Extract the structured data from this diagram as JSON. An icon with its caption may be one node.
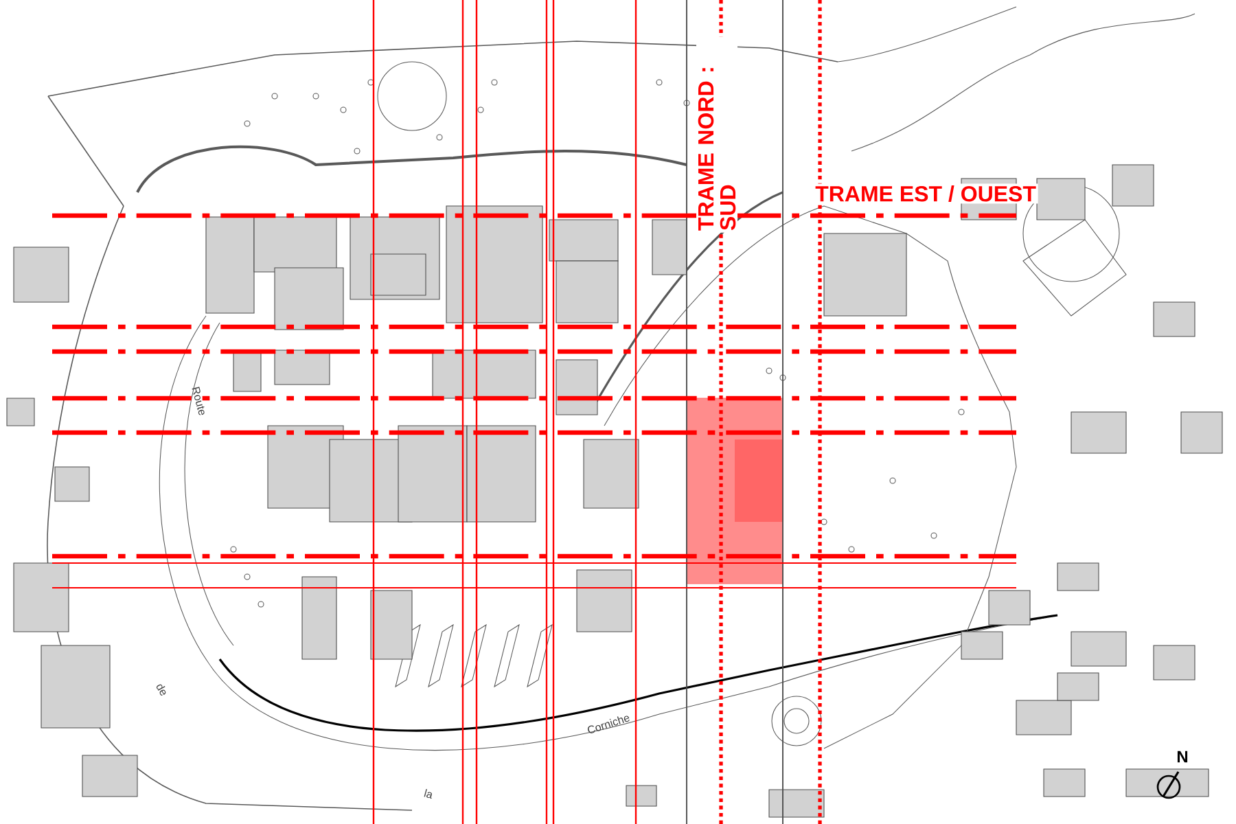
{
  "diagram": {
    "labels": [
      "TRAME NORD : SUD",
      "TRAME EST / OUEST",
      "Route",
      "de",
      "la",
      "Corniche",
      "N"
    ]
  }
}
